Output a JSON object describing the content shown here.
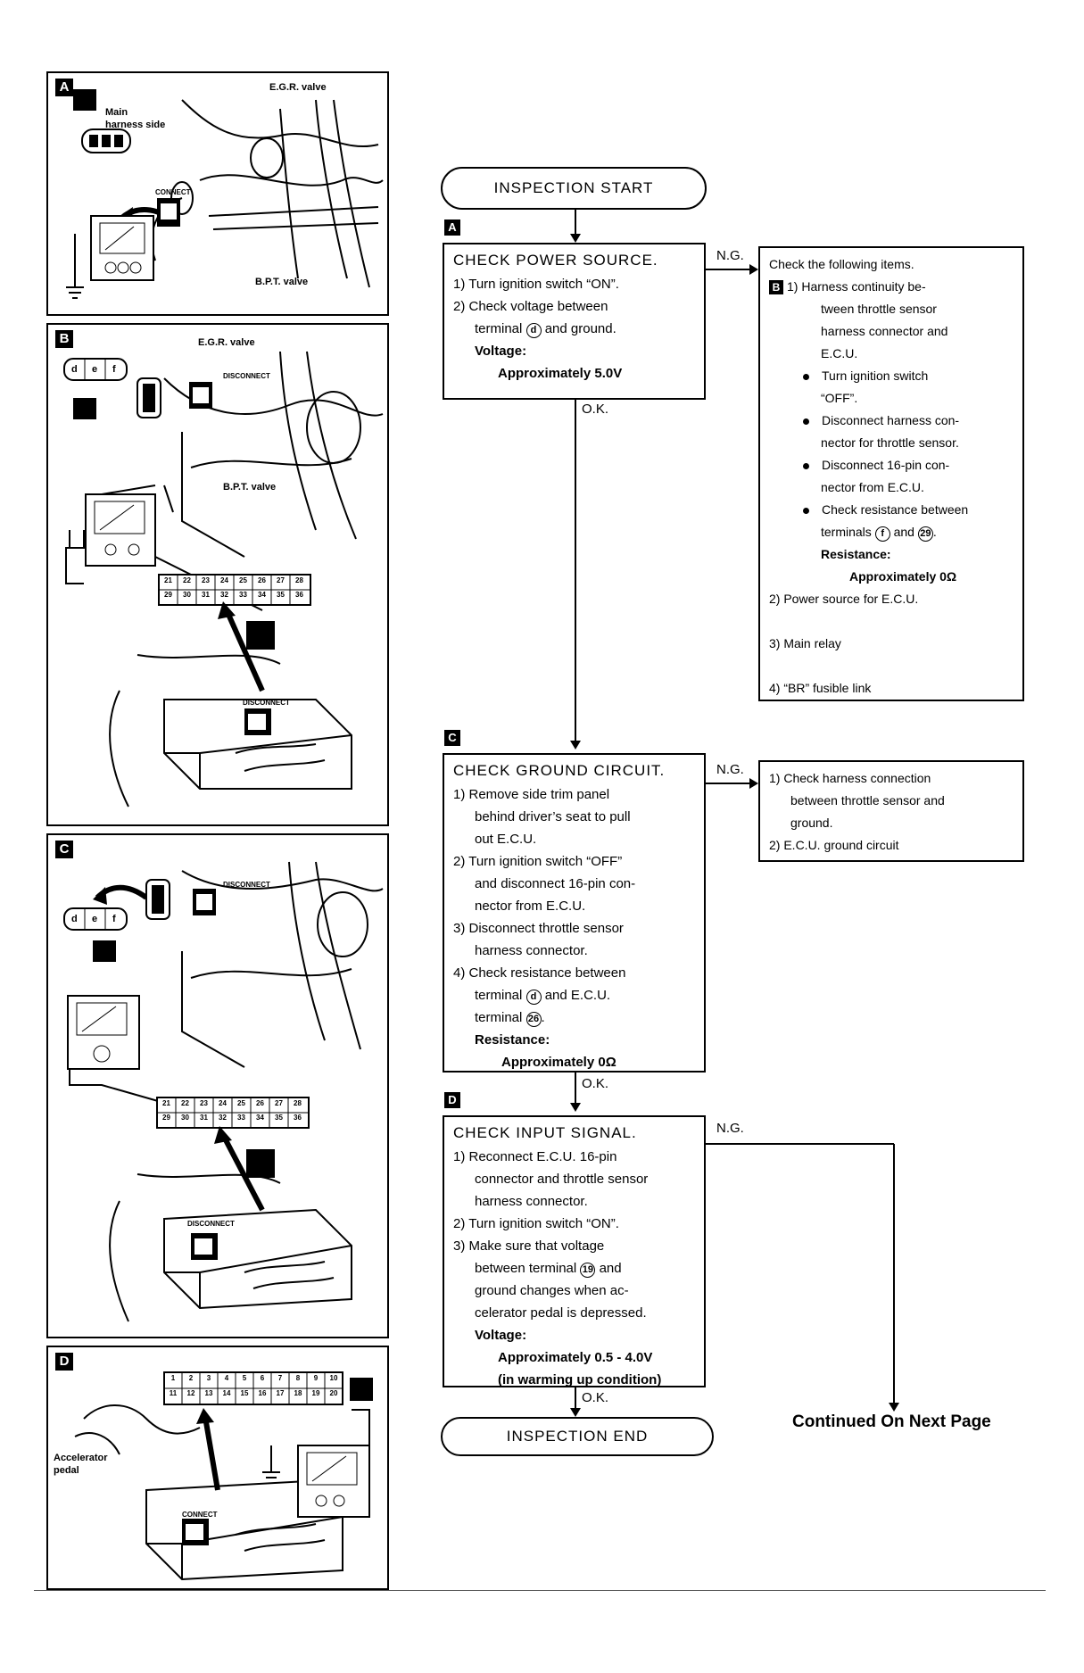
{
  "panels": {
    "A": {
      "label": "A",
      "texts": [
        "Main",
        "harness side",
        "E.G.R. valve",
        "B.P.T. valve",
        "CONNECT"
      ]
    },
    "B": {
      "label": "B",
      "texts": [
        "E.G.R. valve",
        "B.P.T. valve",
        "DISCONNECT",
        "DISCONNECT",
        "d",
        "e",
        "f"
      ],
      "connector_row1": [
        "21",
        "22",
        "23",
        "24",
        "25",
        "26",
        "27",
        "28"
      ],
      "connector_row2": [
        "29",
        "30",
        "31",
        "32",
        "33",
        "34",
        "35",
        "36"
      ]
    },
    "C": {
      "label": "C",
      "texts": [
        "DISCONNECT",
        "DISCONNECT",
        "d",
        "e",
        "f"
      ],
      "connector_row1": [
        "21",
        "22",
        "23",
        "24",
        "25",
        "26",
        "27",
        "28"
      ],
      "connector_row2": [
        "29",
        "30",
        "31",
        "32",
        "33",
        "34",
        "35",
        "36"
      ]
    },
    "D": {
      "label": "D",
      "texts": [
        "Accelerator",
        "pedal",
        "CONNECT"
      ],
      "connector_row1": [
        "1",
        "2",
        "3",
        "4",
        "5",
        "6",
        "7",
        "8",
        "9",
        "10"
      ],
      "connector_row2": [
        "11",
        "12",
        "13",
        "14",
        "15",
        "16",
        "17",
        "18",
        "19",
        "20"
      ]
    }
  },
  "flow": {
    "start": "INSPECTION START",
    "end": "INSPECTION END",
    "continued": "Continued On Next Page",
    "ng": "N.G.",
    "ok": "O.K.",
    "stepA": {
      "tag": "A",
      "title": "CHECK POWER SOURCE.",
      "l1": "1) Turn ignition switch “ON”.",
      "l2": "2) Check voltage between",
      "l3a": "terminal",
      "l3c": "d",
      "l3b": "and ground.",
      "l4": "Voltage:",
      "l5": "Approximately 5.0V"
    },
    "ngA": {
      "head": "Check the following items.",
      "tag": "B",
      "l1": "1) Harness continuity be-",
      "l2": "tween throttle sensor",
      "l3": "harness connector and",
      "l4": "E.C.U.",
      "b1a": "Turn ignition switch",
      "b1b": "“OFF”.",
      "b2a": "Disconnect harness con-",
      "b2b": "nector for throttle sensor.",
      "b3a": "Disconnect 16-pin con-",
      "b3b": "nector from E.C.U.",
      "b4a": "Check resistance between",
      "b4b": "terminals",
      "b4c1": "f",
      "b4d": "and",
      "b4c2": "29",
      "res": "Resistance:",
      "resv": "Approximately 0Ω",
      "i2": "2) Power source for E.C.U.",
      "i3": "3) Main relay",
      "i4": "4) “BR” fusible link"
    },
    "stepC": {
      "tag": "C",
      "title": "CHECK GROUND CIRCUIT.",
      "l1": "1) Remove side trim panel",
      "l2": "behind driver’s seat to pull",
      "l3": "out E.C.U.",
      "l4": "2) Turn ignition switch “OFF”",
      "l5": "and disconnect 16-pin con-",
      "l6": "nector from E.C.U.",
      "l7": "3) Disconnect throttle sensor",
      "l8": "harness connector.",
      "l9": "4) Check resistance between",
      "l10a": "terminal",
      "l10c": "d",
      "l10b": "and E.C.U.",
      "l11a": "terminal",
      "l11c": "26",
      "res": "Resistance:",
      "resv": "Approximately 0Ω"
    },
    "ngC": {
      "l1": "1) Check harness connection",
      "l2": "between throttle sensor and",
      "l3": "ground.",
      "l4": "2) E.C.U. ground circuit"
    },
    "stepD": {
      "tag": "D",
      "title": "CHECK INPUT SIGNAL.",
      "l1": "1) Reconnect E.C.U. 16-pin",
      "l2": "connector and throttle sensor",
      "l3": "harness connector.",
      "l4": "2) Turn ignition switch “ON”.",
      "l5": "3) Make sure that voltage",
      "l6a": "between terminal",
      "l6c": "19",
      "l6b": "and",
      "l7": "ground changes when ac-",
      "l8": "celerator pedal is depressed.",
      "l9": "Voltage:",
      "l10": "Approximately 0.5 - 4.0V",
      "l11": "(in warming up condition)"
    }
  }
}
